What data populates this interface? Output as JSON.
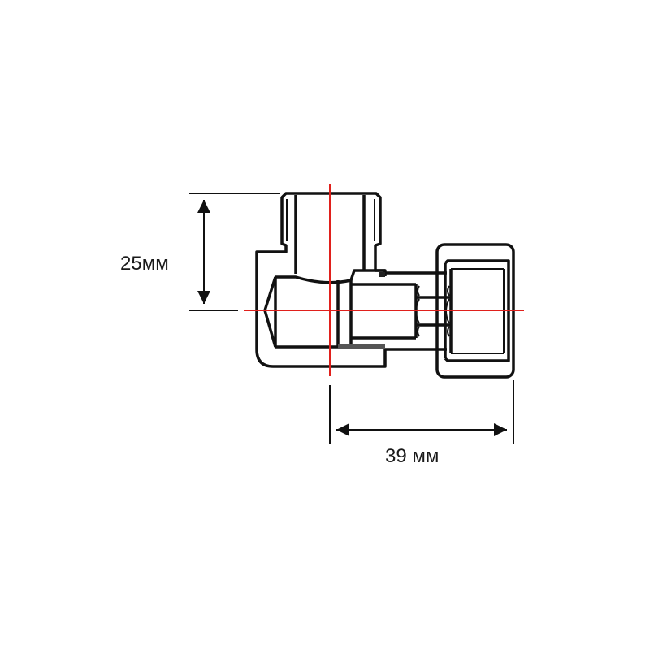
{
  "drawing": {
    "subject": "angled pipe fitting (elbow with union nut)",
    "line_color": "#111111",
    "centerline_color": "#e0201c",
    "background": "#ffffff"
  },
  "dimensions": {
    "height": {
      "value": 25,
      "unit": "мм",
      "label": "25мм"
    },
    "width": {
      "value": 39,
      "unit": "мм",
      "label": "39 мм"
    }
  }
}
